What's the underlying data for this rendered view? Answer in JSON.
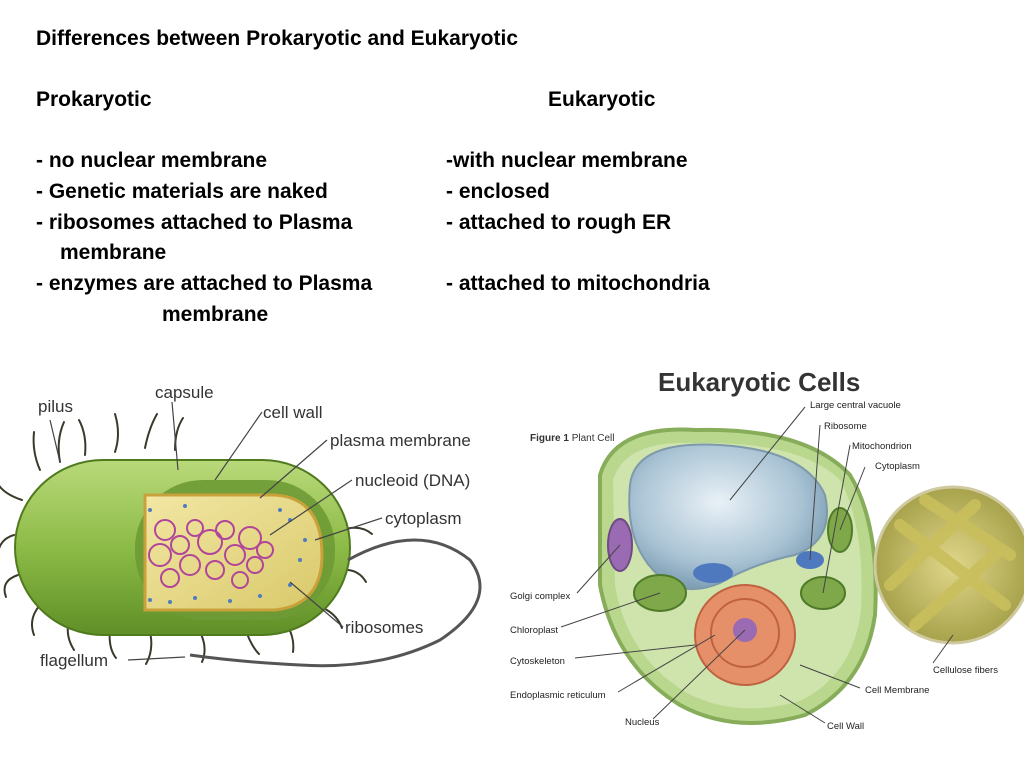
{
  "slide": {
    "title": "Differences between Prokaryotic and Eukaryotic",
    "col_prok_header": "Prokaryotic",
    "col_euk_header": "Eukaryotic",
    "prok_rows": [
      "- no nuclear membrane",
      "- Genetic materials are naked",
      "- ribosomes attached to Plasma",
      "membrane",
      "- enzymes are attached to Plasma",
      "membrane"
    ],
    "euk_rows": [
      "-with nuclear membrane",
      "- enclosed",
      "-  attached to rough ER",
      "- attached to mitochondria"
    ]
  },
  "prokaryote_figure": {
    "labels": {
      "pilus": "pilus",
      "capsule": "capsule",
      "cell_wall": "cell wall",
      "plasma_membrane": "plasma membrane",
      "nucleoid": "nucleoid (DNA)",
      "cytoplasm": "cytoplasm",
      "ribosomes": "ribosomes",
      "flagellum": "flagellum"
    }
  },
  "eukaryote_figure": {
    "title": "Eukaryotic Cells",
    "figure_caption": "Figure 1",
    "figure_caption_rest": "Plant Cell",
    "labels": {
      "vacuole": "Large central vacuole",
      "ribosome": "Ribosome",
      "mitochondrion": "Mitochondrion",
      "cytoplasm": "Cytoplasm",
      "golgi": "Golgi complex",
      "chloroplast": "Chloroplast",
      "cytoskeleton": "Cytoskeleton",
      "er": "Endoplasmic reticulum",
      "nucleus": "Nucleus",
      "cellulose": "Cellulose fibers",
      "cell_membrane": "Cell Membrane",
      "cell_wall": "Cell Wall"
    }
  }
}
